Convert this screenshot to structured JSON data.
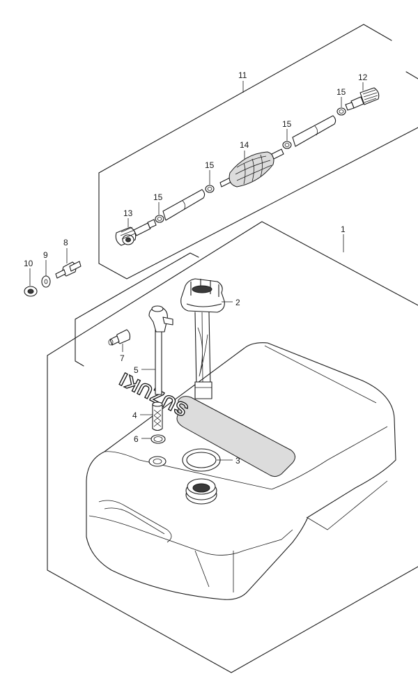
{
  "brand_text": "SUZUKI",
  "callouts": [
    {
      "id": "c1",
      "label": "1"
    },
    {
      "id": "c2",
      "label": "2"
    },
    {
      "id": "c3",
      "label": "3"
    },
    {
      "id": "c4",
      "label": "4"
    },
    {
      "id": "c5",
      "label": "5"
    },
    {
      "id": "c6",
      "label": "6"
    },
    {
      "id": "c7",
      "label": "7"
    },
    {
      "id": "c8",
      "label": "8"
    },
    {
      "id": "c9",
      "label": "9"
    },
    {
      "id": "c10",
      "label": "10"
    },
    {
      "id": "c11",
      "label": "11"
    },
    {
      "id": "c12",
      "label": "12"
    },
    {
      "id": "c13",
      "label": "13"
    },
    {
      "id": "c14",
      "label": "14"
    },
    {
      "id": "c15a",
      "label": "15"
    },
    {
      "id": "c15b",
      "label": "15"
    },
    {
      "id": "c15c",
      "label": "15"
    },
    {
      "id": "c15d",
      "label": "15"
    }
  ]
}
